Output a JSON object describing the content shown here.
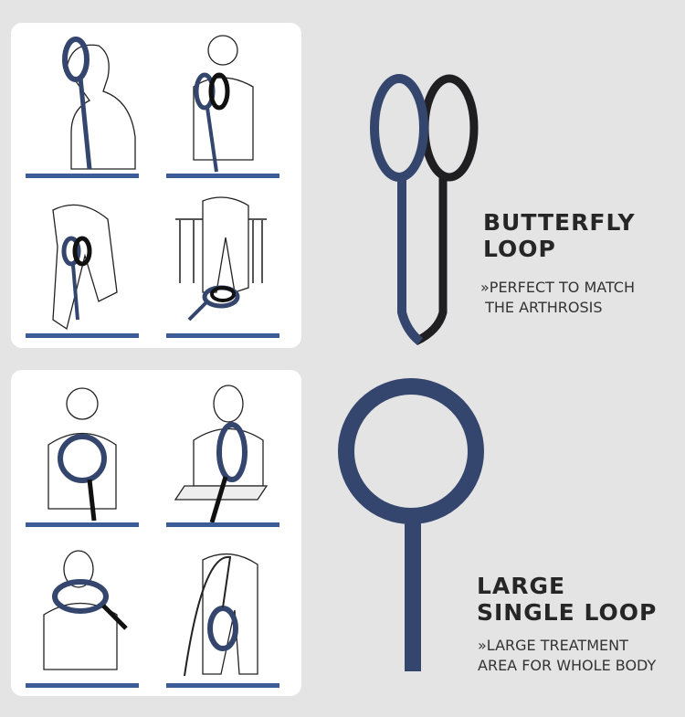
{
  "butterfly": {
    "title_line1": "BUTTERFLY",
    "title_line2": "LOOP",
    "desc_line1": "»PERFECT TO MATCH",
    "desc_line2": " THE ARTHROSIS"
  },
  "single": {
    "title_line1": "LARGE",
    "title_line2": "SINGLE LOOP",
    "desc_line1": "»LARGE TREATMENT",
    "desc_line2": "AREA FOR WHOLE BODY"
  },
  "colors": {
    "loop": "#34466e",
    "bar": "#3b5c96",
    "background": "#e4e4e4"
  }
}
